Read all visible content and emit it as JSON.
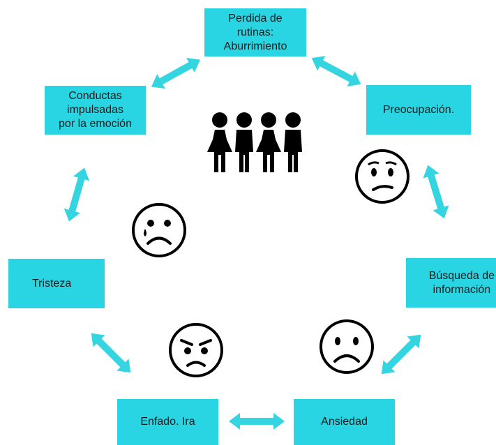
{
  "nodes": {
    "aburrimiento": "Perdida de\nrutinas:\nAburrimiento",
    "preocupacion": "Preocupación.",
    "busqueda": "Búsqueda de\ninformación",
    "ansiedad": "Ansiedad",
    "enfado": "Enfado. Ira",
    "tristeza": "Tristeza",
    "conductas": "Conductas\nimpulsadas\npor la emoción"
  },
  "colors": {
    "box_fill": "#29d5e2",
    "arrow": "#35d4e1",
    "icon": "#000000"
  },
  "icons": [
    "family-group-icon",
    "worried-face-icon",
    "sad-face-icon",
    "angry-face-icon",
    "crying-face-icon"
  ]
}
